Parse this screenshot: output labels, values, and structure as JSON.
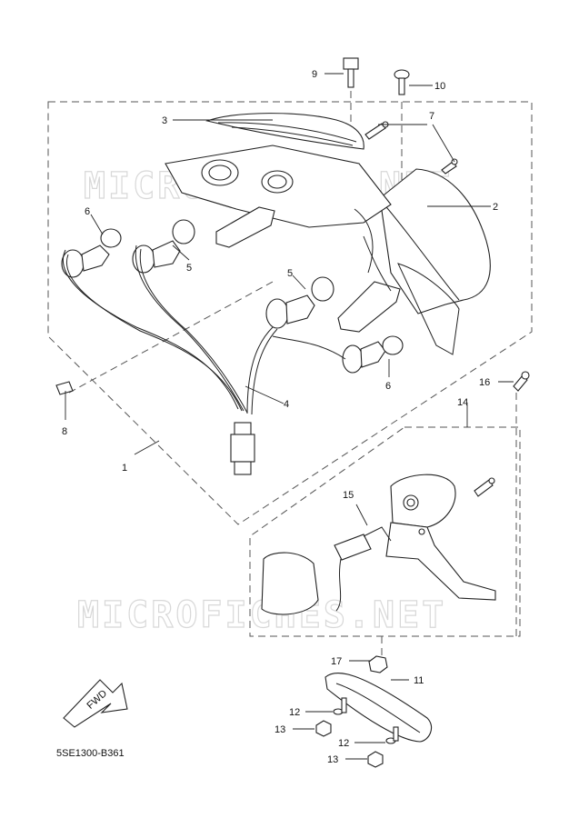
{
  "diagram": {
    "drawing_code": "5SE1300-B361",
    "watermark": "MICROFICHES.NET",
    "direction_label": "FWD",
    "callouts": [
      {
        "id": "c1",
        "label": "1",
        "name": "callout-1"
      },
      {
        "id": "c2",
        "label": "2",
        "name": "callout-2"
      },
      {
        "id": "c3",
        "label": "3",
        "name": "callout-3"
      },
      {
        "id": "c4",
        "label": "4",
        "name": "callout-4"
      },
      {
        "id": "c5a",
        "label": "5",
        "name": "callout-5-upper"
      },
      {
        "id": "c5b",
        "label": "5",
        "name": "callout-5-lower"
      },
      {
        "id": "c6a",
        "label": "6",
        "name": "callout-6-left"
      },
      {
        "id": "c6b",
        "label": "6",
        "name": "callout-6-right"
      },
      {
        "id": "c7",
        "label": "7",
        "name": "callout-7"
      },
      {
        "id": "c8",
        "label": "8",
        "name": "callout-8"
      },
      {
        "id": "c9",
        "label": "9",
        "name": "callout-9"
      },
      {
        "id": "c10",
        "label": "10",
        "name": "callout-10"
      },
      {
        "id": "c11",
        "label": "11",
        "name": "callout-11"
      },
      {
        "id": "c12a",
        "label": "12",
        "name": "callout-12-upper"
      },
      {
        "id": "c12b",
        "label": "12",
        "name": "callout-12-lower"
      },
      {
        "id": "c13a",
        "label": "13",
        "name": "callout-13-upper"
      },
      {
        "id": "c13b",
        "label": "13",
        "name": "callout-13-lower"
      },
      {
        "id": "c14",
        "label": "14",
        "name": "callout-14"
      },
      {
        "id": "c15",
        "label": "15",
        "name": "callout-15"
      },
      {
        "id": "c16",
        "label": "16",
        "name": "callout-16"
      },
      {
        "id": "c17",
        "label": "17",
        "name": "callout-17"
      }
    ]
  }
}
